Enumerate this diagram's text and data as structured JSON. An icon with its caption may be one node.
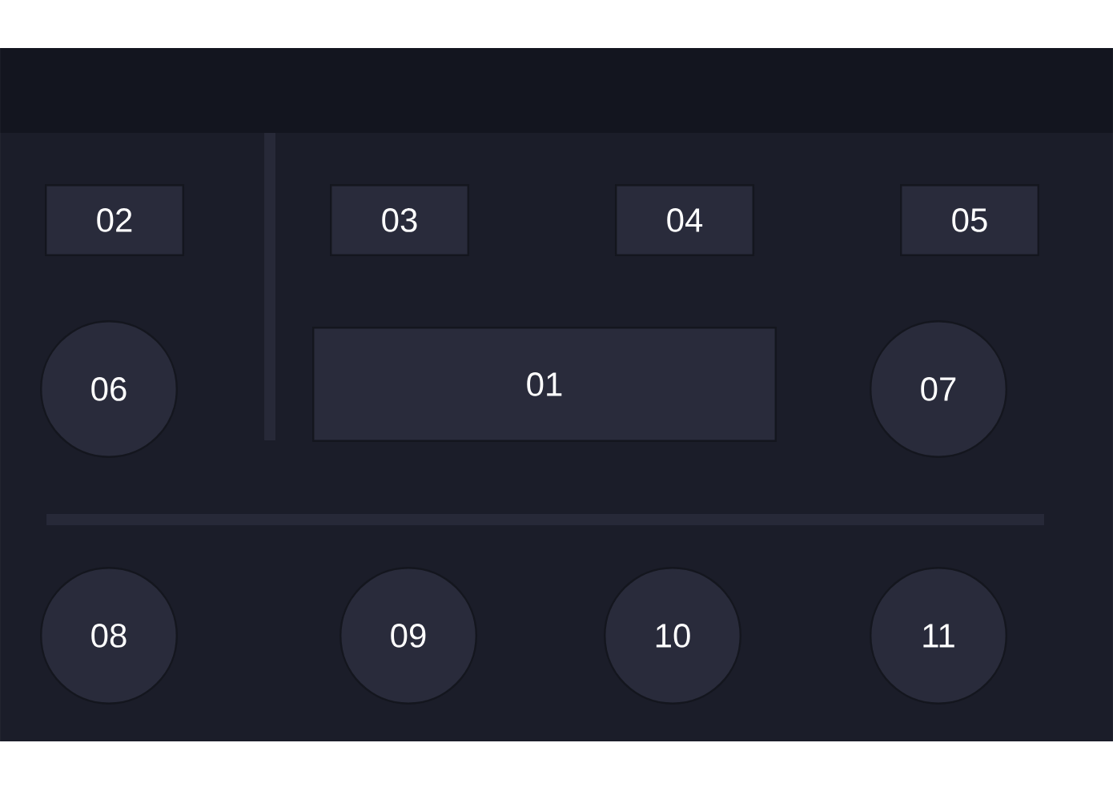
{
  "diagram": {
    "nodes": [
      {
        "text": [
          "02"
        ]
      },
      {
        "text": [
          "03"
        ]
      },
      {
        "text": [
          "04"
        ]
      },
      {
        "text": [
          "05"
        ]
      },
      {
        "text": [
          "06"
        ]
      },
      {
        "text": [
          "01"
        ]
      },
      {
        "text": [
          "07"
        ]
      },
      {
        "text": [
          "08"
        ]
      },
      {
        "text": [
          "09"
        ]
      },
      {
        "text": [
          "10"
        ]
      },
      {
        "text": [
          "11"
        ]
      }
    ]
  }
}
